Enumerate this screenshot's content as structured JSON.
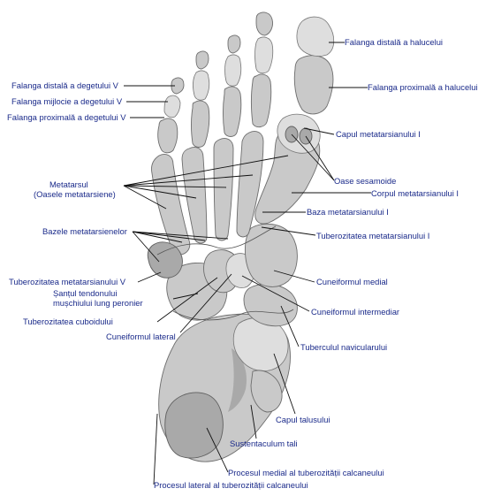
{
  "labels": {
    "falanga_distala_halucelui": "Falanga distală a halucelui",
    "falanga_proximala_halucelui": "Falanga proximală a halucelui",
    "falanga_distala_v": "Falanga distală a degetului V",
    "falanga_mijlocie_v": "Falanga mijlocie a degetului V",
    "falanga_proximala_v": "Falanga proximală a degetului V",
    "capul_metatarsianului_i": "Capul metatarsianului I",
    "oase_sesamoide": "Oase sesamoide",
    "metatarsul_line1": "Metatarsul",
    "metatarsul_line2": "(Oasele metatarsiene)",
    "corpul_metatarsianului_i": "Corpul metatarsianului I",
    "baza_metatarsianului_i": "Baza metatarsianului I",
    "bazele_metatarsienelor": "Bazele metatarsienelor",
    "tuberozitatea_metatarsianului_i": "Tuberozitatea metatarsianului I",
    "tuberozitatea_metatarsianului_v": "Tuberozitatea metatarsianului V",
    "santul_line1": "Șanțul tendonului",
    "santul_line2": "mușchiului lung peronier",
    "cuneiformul_medial": "Cuneiformul medial",
    "cuneiformul_intermediar": "Cuneiformul intermediar",
    "tuberozitatea_cuboidului": "Tuberozitatea cuboidului",
    "cuneiformul_lateral": "Cuneiformul lateral",
    "tuberculul_navicularului": "Tuberculul navicularului",
    "capul_talusului": "Capul talusului",
    "sustentaculum_tali": "Sustentaculum tali",
    "procesul_medial": "Procesul medial al tuberozității calcaneului",
    "procesul_lateral": "Procesul lateral al tuberozității calcaneului"
  },
  "colors": {
    "label_text": "#1a2a8a",
    "leader_line": "#111111",
    "bone_fill": "#c9c9c9",
    "bone_outline": "#6d6d6d",
    "background": "#ffffff"
  }
}
